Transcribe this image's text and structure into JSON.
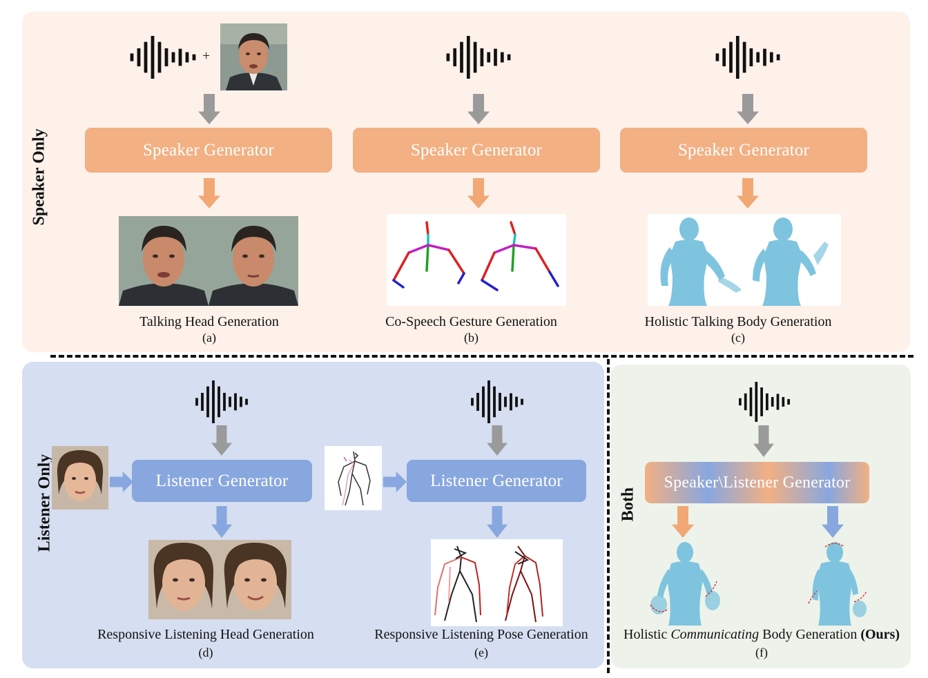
{
  "sections": {
    "speaker_label": "Speaker Only",
    "listener_label": "Listener Only",
    "both_label": "Both"
  },
  "generators": {
    "speaker_a": "Speaker Generator",
    "speaker_b": "Speaker Generator",
    "speaker_c": "Speaker Generator",
    "listener_d": "Listener Generator",
    "listener_e": "Listener Generator",
    "both_f": "Speaker\\Listener Generator"
  },
  "captions": {
    "a": "Talking Head Generation",
    "b": "Co-Speech Gesture Generation",
    "c": "Holistic Talking Body Generation",
    "d": "Responsive Listening Head Generation",
    "e": "Responsive Listening Pose Generation",
    "f_prefix": "Holistic ",
    "f_italic": "Communicating",
    "f_middle": " Body Generation ",
    "f_bold": "(Ours)"
  },
  "sublabels": {
    "a": "(a)",
    "b": "(b)",
    "c": "(c)",
    "d": "(d)",
    "e": "(e)",
    "f": "(f)"
  },
  "plus_sign": "+",
  "colors": {
    "speaker_bg": "#fdf1ea",
    "listener_bg": "#d6def1",
    "both_bg": "#edf3ea",
    "orange": "#f2b083",
    "blue": "#88a7df",
    "gray_arrow": "#9a9a9a",
    "orange_arrow": "#f2a874",
    "blue_arrow": "#88a7df"
  }
}
